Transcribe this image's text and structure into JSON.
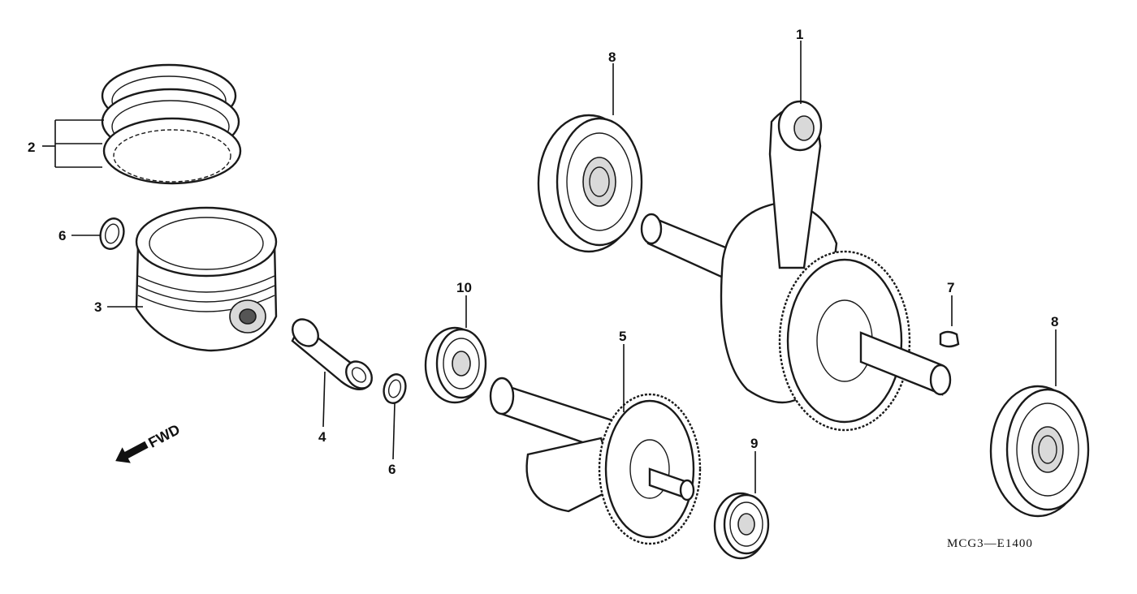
{
  "callouts": {
    "c1": "1",
    "c2": "2",
    "c3": "3",
    "c4": "4",
    "c5": "5",
    "c6a": "6",
    "c6b": "6",
    "c7": "7",
    "c8a": "8",
    "c8b": "8",
    "c9": "9",
    "c10": "10"
  },
  "fwd_label": "FWD",
  "diagram_code": "MCG3—E1400"
}
